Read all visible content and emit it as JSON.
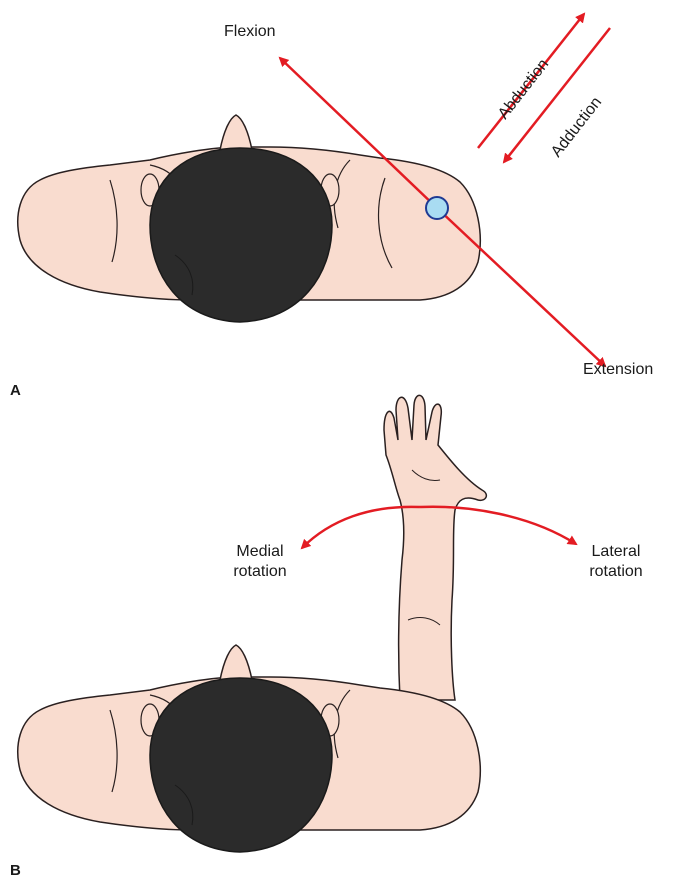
{
  "labels": {
    "flexion": "Flexion",
    "extension": "Extension",
    "abduction": "Abduction",
    "adduction": "Adduction",
    "medial_rotation_line1": "Medial",
    "medial_rotation_line2": "rotation",
    "lateral_rotation_line1": "Lateral",
    "lateral_rotation_line2": "rotation",
    "panel_a": "A",
    "panel_b": "B"
  },
  "colors": {
    "arrow": "#e31c23",
    "skin": "#f9dccf",
    "skin_outline": "#2a2020",
    "hair": "#2b2b2b",
    "joint": "#a9dcf2",
    "joint_outline": "#1f3a93"
  }
}
